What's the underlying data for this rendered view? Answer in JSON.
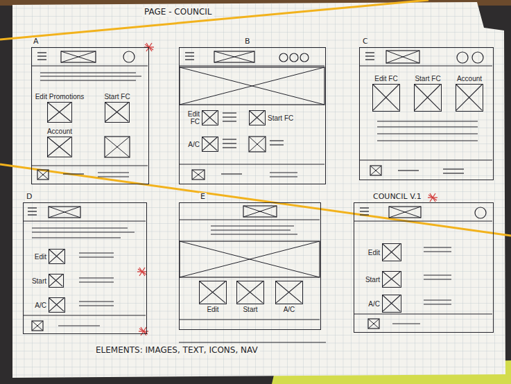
{
  "diagram": {
    "title": "PAGE - COUNCIL",
    "caption": "ELEMENTS: IMAGES, TEXT, ICONS, NAV",
    "nodes": [
      {
        "text": [
          "A"
        ]
      },
      {
        "text": [
          "Edit Promotions"
        ],
        "in": 0
      },
      {
        "text": [
          "Start FC"
        ],
        "in": 0
      },
      {
        "text": [
          "Account"
        ],
        "in": 0
      },
      {
        "text": [
          "B"
        ]
      },
      {
        "text": [
          "Edit FC"
        ],
        "in": 4
      },
      {
        "text": [
          "Start FC"
        ],
        "in": 4
      },
      {
        "text": [
          "A/C"
        ],
        "in": 4
      },
      {
        "text": [
          "C"
        ]
      },
      {
        "text": [
          "Edit FC"
        ],
        "in": 8
      },
      {
        "text": [
          "Start FC"
        ],
        "in": 8
      },
      {
        "text": [
          "Account"
        ],
        "in": 8
      },
      {
        "text": [
          "D"
        ]
      },
      {
        "text": [
          "Edit"
        ],
        "in": 12
      },
      {
        "text": [
          "Start"
        ],
        "in": 12
      },
      {
        "text": [
          "A/C"
        ],
        "in": 12
      },
      {
        "text": [
          "E"
        ]
      },
      {
        "text": [
          "Edit"
        ],
        "in": 16
      },
      {
        "text": [
          "Start"
        ],
        "in": 16
      },
      {
        "text": [
          "A/C"
        ],
        "in": 16
      },
      {
        "text": [
          "COUNCIL V.1"
        ]
      },
      {
        "text": [
          "Edit"
        ],
        "in": 20
      },
      {
        "text": [
          "Start"
        ],
        "in": 20
      },
      {
        "text": [
          "A/C"
        ],
        "in": 20
      }
    ]
  }
}
